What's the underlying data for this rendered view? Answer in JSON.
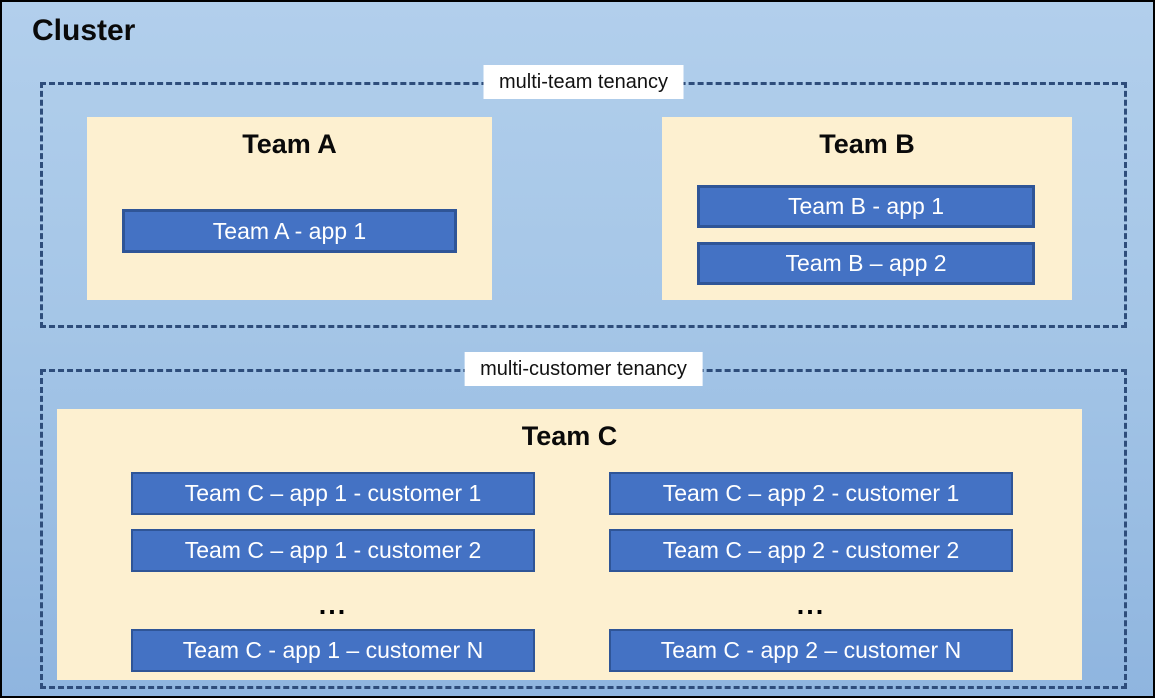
{
  "title": "Cluster",
  "colors": {
    "canvas_top": "#b2cfec",
    "canvas_bottom": "#8fb5df",
    "outer_border": "#000000",
    "dashed_border": "#2e4d7b",
    "team_box_fill": "#fdf0d0",
    "app_fill": "#4472c4",
    "app_border": "#2f5597",
    "app_text": "#ffffff",
    "label_bg": "#ffffff",
    "text": "#0a0a0a"
  },
  "sections": [
    {
      "label": "multi-team tenancy",
      "teams": [
        {
          "name": "Team A",
          "apps": [
            "Team A - app 1"
          ]
        },
        {
          "name": "Team B",
          "apps": [
            "Team B - app 1",
            "Team B – app 2"
          ]
        }
      ]
    },
    {
      "label": "multi-customer tenancy",
      "team": {
        "name": "Team C",
        "columns": [
          {
            "apps": [
              "Team C – app 1 - customer 1",
              "Team C – app 1 - customer 2"
            ],
            "ellipsis": "...",
            "app_n": "Team C - app 1 – customer N"
          },
          {
            "apps": [
              "Team C – app 2 - customer 1",
              "Team C – app 2 - customer 2"
            ],
            "ellipsis": "...",
            "app_n": "Team C - app 2 – customer N"
          }
        ]
      }
    }
  ]
}
